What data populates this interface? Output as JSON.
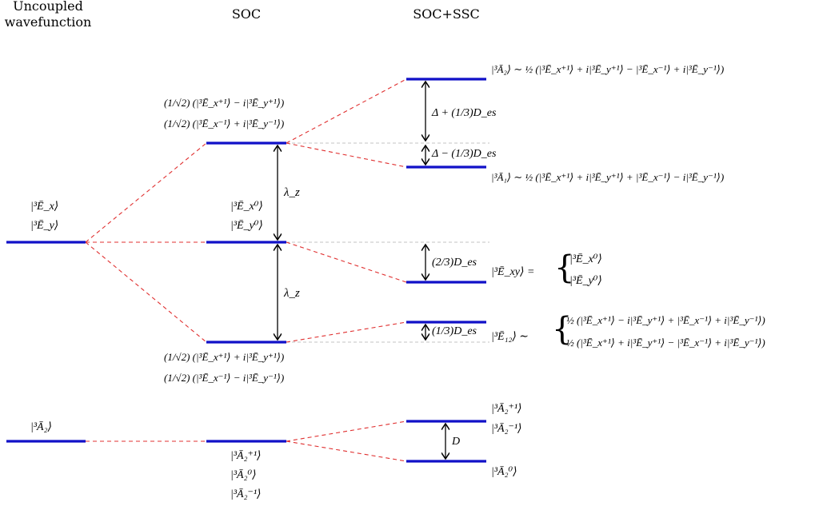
{
  "headers": {
    "uncoupled_line1": "Uncoupled",
    "uncoupled_line2": "wavefunction",
    "soc": "SOC",
    "soc_ssc": "SOC+SSC"
  },
  "uncoupled": {
    "e_states": [
      "|³Ē_x⟩",
      "|³Ē_y⟩"
    ],
    "a2_state": "|³Ā₂⟩"
  },
  "soc": {
    "upper_states": [
      "(1/√2) (|³Ē_x⁺¹⟩ − i|³Ē_y⁺¹⟩)",
      "(1/√2) (|³Ē_x⁻¹⟩ + i|³Ē_y⁻¹⟩)"
    ],
    "middle_states": [
      "|³Ē_x⁰⟩",
      "|³Ē_y⁰⟩"
    ],
    "lower_states": [
      "(1/√2) (|³Ē_x⁺¹⟩ + i|³Ē_y⁺¹⟩)",
      "(1/√2) (|³Ē_x⁻¹⟩ − i|³Ē_y⁻¹⟩)"
    ],
    "a2_states": [
      "|³Ā₂⁺¹⟩",
      "|³Ā₂⁰⟩",
      "|³Ā₂⁻¹⟩"
    ],
    "lambda_upper": "λ_z",
    "lambda_lower": "λ_z"
  },
  "ssc": {
    "gap_a2_a1": "Δ + (1/3)D_es",
    "gap_a1_soc": "Δ − (1/3)D_es",
    "gap_exy": "(2/3)D_es",
    "gap_e12": "(1/3)D_es",
    "gap_D": "D",
    "A2_label": "|³Ā₂⟩ ∼ ½ (|³Ē_x⁺¹⟩ + i|³Ē_y⁺¹⟩ − |³Ē_x⁻¹⟩ + i|³Ē_y⁻¹⟩)",
    "A1_label": "|³Ā₁⟩ ∼ ½ (|³Ē_x⁺¹⟩ + i|³Ē_y⁺¹⟩ + |³Ē_x⁻¹⟩ − i|³Ē_y⁻¹⟩)",
    "Exy_label": "|³Ē_xy⟩ =",
    "Exy_states": [
      "|³Ē_x⁰⟩",
      "|³Ē_y⁰⟩"
    ],
    "E12_label": "|³Ē₁₂⟩ ∼",
    "E12_states": [
      "½ (|³Ē_x⁺¹⟩ − i|³Ē_y⁺¹⟩ + |³Ē_x⁻¹⟩ + i|³Ē_y⁻¹⟩)",
      "½ (|³Ē_x⁺¹⟩ + i|³Ē_y⁺¹⟩ − |³Ē_x⁻¹⟩ + i|³Ē_y⁻¹⟩)"
    ],
    "a2_upper_states": [
      "|³Ā₂⁺¹⟩",
      "|³Ā₂⁻¹⟩"
    ],
    "a2_lower_state": "|³Ā₂⁰⟩"
  },
  "colors": {
    "level": "#1010c8",
    "connector": "#e03030",
    "guide": "#b0b0b0",
    "arrow": "#000000"
  }
}
